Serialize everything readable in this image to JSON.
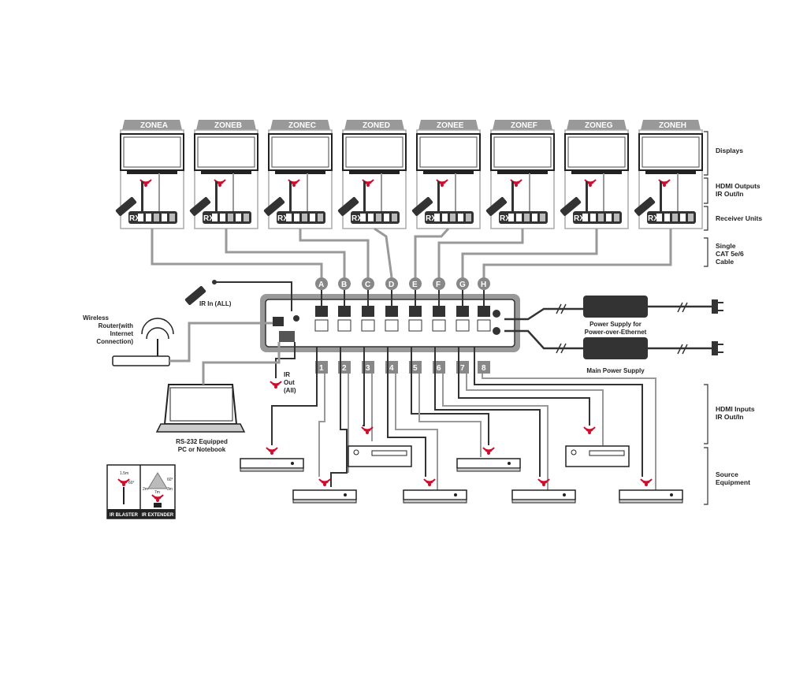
{
  "zones": [
    {
      "prefix": "ZONE",
      "letter": "A"
    },
    {
      "prefix": "ZONE",
      "letter": "B"
    },
    {
      "prefix": "ZONE",
      "letter": "C"
    },
    {
      "prefix": "ZONE",
      "letter": "D"
    },
    {
      "prefix": "ZONE",
      "letter": "E"
    },
    {
      "prefix": "ZONE",
      "letter": "F"
    },
    {
      "prefix": "ZONE",
      "letter": "G"
    },
    {
      "prefix": "ZONE",
      "letter": "H"
    }
  ],
  "rx_label": "RX",
  "side_labels": {
    "displays": "Displays",
    "hdmi_outputs_1": "HDMI Outputs",
    "hdmi_outputs_2": "IR Out/In",
    "receiver_units": "Receiver Units",
    "cable_1": "Single",
    "cable_2": "CAT 5e/6",
    "cable_3": "Cable",
    "hdmi_inputs_1": "HDMI Inputs",
    "hdmi_inputs_2": "IR Out/In",
    "source_1": "Source",
    "source_2": "Equipment"
  },
  "port_letters": [
    "A",
    "B",
    "C",
    "D",
    "E",
    "F",
    "G",
    "H"
  ],
  "input_numbers": [
    "1",
    "2",
    "3",
    "4",
    "5",
    "6",
    "7",
    "8"
  ],
  "labels": {
    "ir_in": "IR In (ALL)",
    "router_1": "Wireless",
    "router_2": "Router(with",
    "router_3": "Internet",
    "router_4": "Connection)",
    "ir_out_1": "IR",
    "ir_out_2": "Out",
    "ir_out_3": "(All)",
    "pc_1": "RS-232 Equipped",
    "pc_2": "PC or Notebook",
    "psu_poe_1": "Power Supply for",
    "psu_poe_2": "Power-over-Ethernet",
    "psu_main": "Main Power Supply",
    "legend_blaster": "IR BLASTER",
    "legend_extender": "IR EXTENDER",
    "legend_1_5m": "1.5m",
    "legend_60": "60°",
    "legend_2m": "2m",
    "legend_3m": "3m",
    "legend_7m": "7m"
  },
  "colors": {
    "accent_red": "#c8102e",
    "dark": "#222222",
    "gray": "#888888"
  }
}
